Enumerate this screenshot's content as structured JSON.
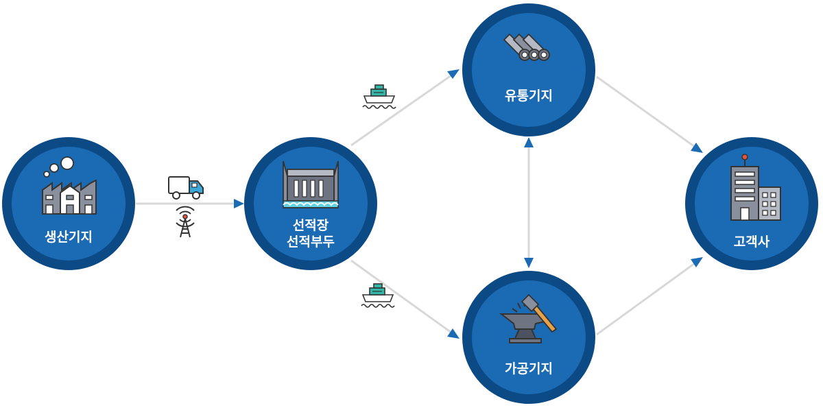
{
  "nodes": {
    "production": {
      "label": "생산기지",
      "icon": "factory-icon"
    },
    "loading": {
      "label_line1": "선적장",
      "label_line2": "선적부두",
      "icon": "dam-icon"
    },
    "distribution": {
      "label": "유통기지",
      "icon": "pipes-icon"
    },
    "processing": {
      "label": "가공기지",
      "icon": "anvil-icon"
    },
    "customer": {
      "label": "고객사",
      "icon": "office-building-icon"
    }
  },
  "transport_icons": [
    "truck-icon",
    "radio-tower-icon",
    "ship-icon"
  ],
  "colors": {
    "node_outer": "#0c4a86",
    "node_inner": "#1b6bb4",
    "arrow_line": "#d8d8d8",
    "arrow_head": "#1b6bb4"
  }
}
